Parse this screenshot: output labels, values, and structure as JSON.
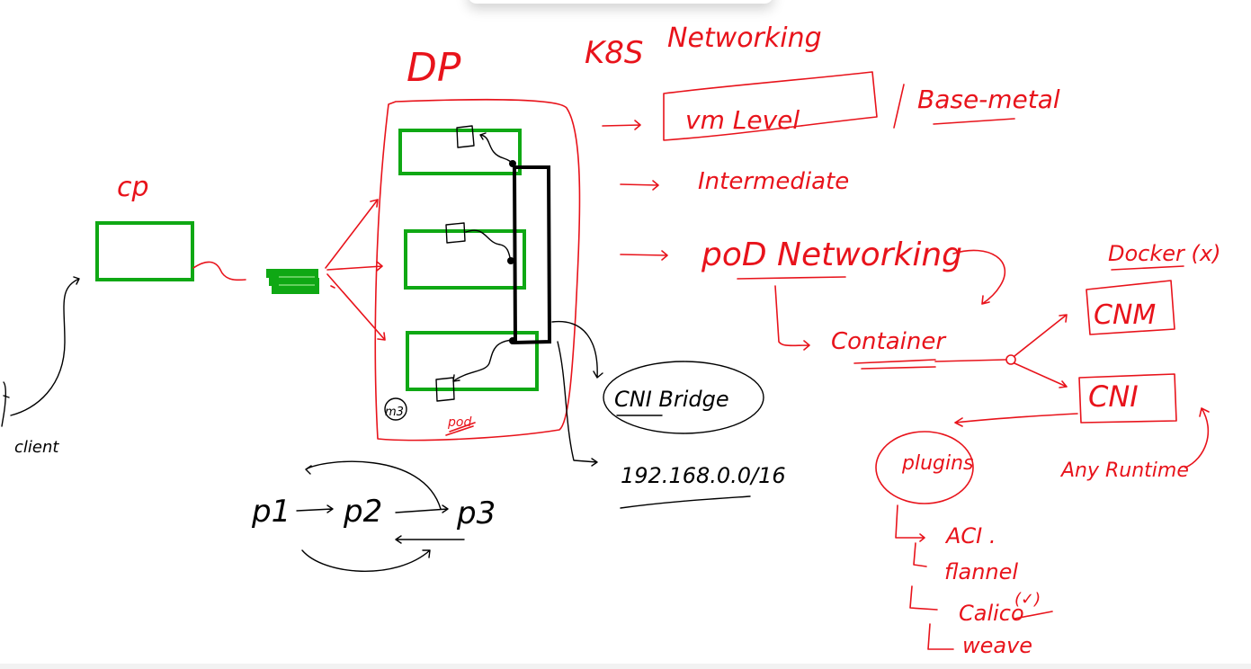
{
  "colors": {
    "ink_red": "#e8131b",
    "ink_black": "#000000",
    "ink_green": "#0fa814"
  },
  "diagram": {
    "cp_label": "cp",
    "dp_label": "DP",
    "client_label": "client",
    "m3_label": "m3",
    "pod_label": "pod",
    "title_k8s": "K8S",
    "title_networking": "Networking",
    "vm_level": "vm   Level",
    "bare_metal": "Base-metal",
    "intermediate": "Intermediate",
    "pod_networking": "poD  Networking",
    "container": "Container",
    "docker": "Docker (x)",
    "cnm": "CNM",
    "cni": "CNI",
    "cni_bridge": "CNI  Bridge",
    "subnet": "192.168.0.0/16",
    "plugins": "plugins",
    "any_runtime": "Any Runtime",
    "plugin_list": [
      "ACI .",
      "flannel",
      "Calico",
      "weave"
    ],
    "calico_note": "(✓)",
    "p1": "p1",
    "p2": "p2",
    "p3": "p3"
  }
}
